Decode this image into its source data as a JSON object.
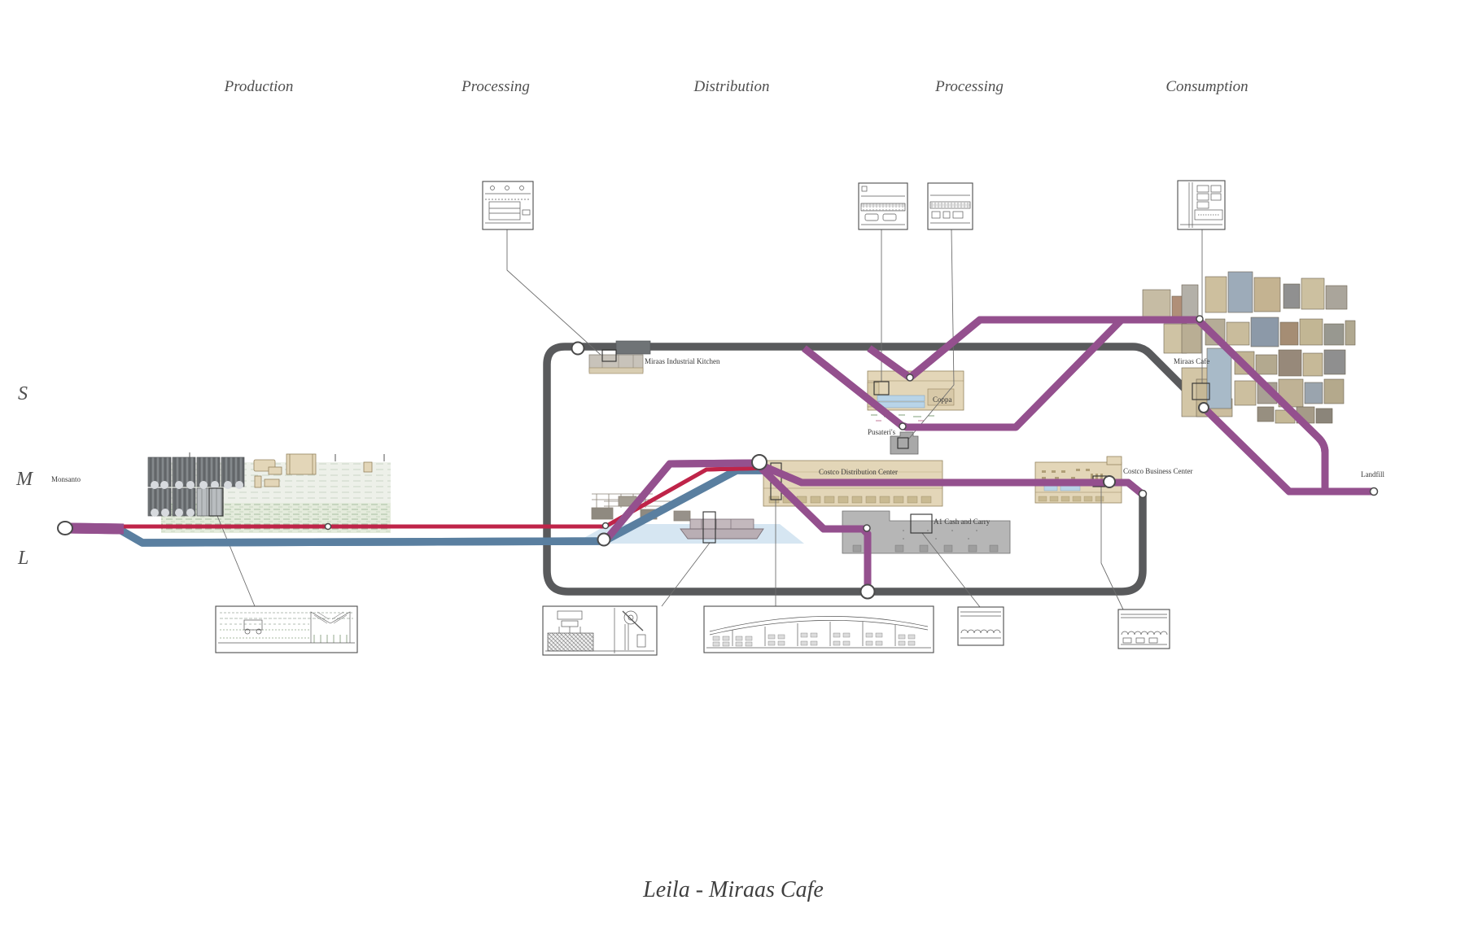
{
  "title": {
    "text": "Leila - Miraas Cafe"
  },
  "stages": [
    {
      "label": "Production"
    },
    {
      "label": "Processing"
    },
    {
      "label": "Distribution"
    },
    {
      "label": "Processing"
    },
    {
      "label": "Consumption"
    }
  ],
  "scale": {
    "s": "S",
    "m": "M",
    "l": "L"
  },
  "locations": {
    "monsanto": "Monsanto",
    "miraas_industrial_kitchen": "Miraas Industrial Kitchen",
    "coppa": "Coppa",
    "pusateris": "Pusateri's",
    "costco_distribution_center": "Costco Distribution Center",
    "a1_cash_and_carry": "A1 Cash and Carry",
    "costco_business_center": "Costco Business Center",
    "miraas_cafe": "Miraas Cafe",
    "landfill": "Landfill"
  },
  "colors": {
    "route-magenta": "#bb79b2",
    "route-magenta-edge": "#94508e",
    "route-red": "#ea3a5e",
    "route-red-edge": "#bf2449",
    "route-blue": "#87a4c3",
    "route-blue-edge": "#5a7fa0",
    "route-gray": "#595a5c",
    "node-border": "#4a4a4a",
    "label": "#383838",
    "stage-label": "#4f4f4f",
    "building-tan": "#e3d6b8",
    "building-tan-border": "#95845f",
    "building-gray": "#b5b5b5",
    "water": "#cfe2f0",
    "field": "#edf0e9",
    "greenhouse": "#6f7275"
  }
}
